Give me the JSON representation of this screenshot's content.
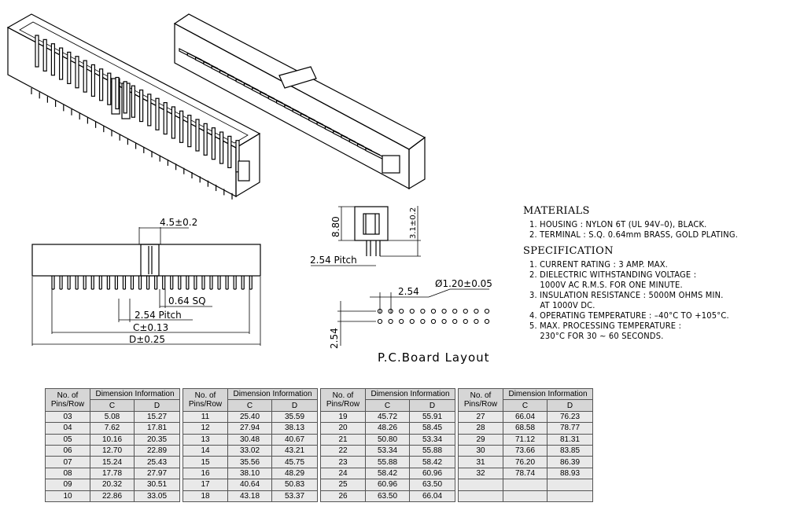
{
  "dims": {
    "height": "8.80",
    "pin_len": "3.1±0.2",
    "pitch": "2.54 Pitch",
    "key_w": "4.5±0.2",
    "pin_sq": "0.64 SQ",
    "pitch2": "2.54 Pitch",
    "c": "C±0.13",
    "d": "D±0.25",
    "pcb_pitch": "2.54",
    "hole": "Ø1.20±0.05",
    "pcb_row": "2.54"
  },
  "caption": "P.C.Board Layout",
  "materials": {
    "title": "MATERIALS",
    "items": [
      "1. HOUSING : NYLON 6T (UL 94V–0), BLACK.",
      "2. TERMINAL : S.Q. 0.64mm BRASS, GOLD PLATING."
    ]
  },
  "specification": {
    "title": "SPECIFICATION",
    "items": [
      "1. CURRENT RATING : 3 AMP. MAX.",
      "2. DIELECTRIC WITHSTANDING VOLTAGE :",
      "    1000V AC R.M.S. FOR ONE MINUTE.",
      "3. INSULATION RESISTANCE : 5000M OHMS MIN.",
      "    AT 1000V DC.",
      "4. OPERATING TEMPERATURE : –40°C TO +105°C.",
      "5. MAX. PROCESSING TEMPERATURE :",
      "    230°C FOR 30 ~ 60 SECONDS."
    ]
  },
  "table": {
    "h_pins": "No. of Pins/Row",
    "h_dim": "Dimension Information",
    "h_c": "C",
    "h_d": "D",
    "groups": [
      [
        [
          "03",
          "5.08",
          "15.27"
        ],
        [
          "04",
          "7.62",
          "17.81"
        ],
        [
          "05",
          "10.16",
          "20.35"
        ],
        [
          "06",
          "12.70",
          "22.89"
        ],
        [
          "07",
          "15.24",
          "25.43"
        ],
        [
          "08",
          "17.78",
          "27.97"
        ],
        [
          "09",
          "20.32",
          "30.51"
        ],
        [
          "10",
          "22.86",
          "33.05"
        ]
      ],
      [
        [
          "11",
          "25.40",
          "35.59"
        ],
        [
          "12",
          "27.94",
          "38.13"
        ],
        [
          "13",
          "30.48",
          "40.67"
        ],
        [
          "14",
          "33.02",
          "43.21"
        ],
        [
          "15",
          "35.56",
          "45.75"
        ],
        [
          "16",
          "38.10",
          "48.29"
        ],
        [
          "17",
          "40.64",
          "50.83"
        ],
        [
          "18",
          "43.18",
          "53.37"
        ]
      ],
      [
        [
          "19",
          "45.72",
          "55.91"
        ],
        [
          "20",
          "48.26",
          "58.45"
        ],
        [
          "21",
          "50.80",
          "53.34"
        ],
        [
          "22",
          "53.34",
          "55.88"
        ],
        [
          "23",
          "55.88",
          "58.42"
        ],
        [
          "24",
          "58.42",
          "60.96"
        ],
        [
          "25",
          "60.96",
          "63.50"
        ],
        [
          "26",
          "63.50",
          "66.04"
        ]
      ],
      [
        [
          "27",
          "66.04",
          "76.23"
        ],
        [
          "28",
          "68.58",
          "78.77"
        ],
        [
          "29",
          "71.12",
          "81.31"
        ],
        [
          "30",
          "73.66",
          "83.85"
        ],
        [
          "31",
          "76.20",
          "86.39"
        ],
        [
          "32",
          "78.74",
          "88.93"
        ],
        [
          "",
          "",
          ""
        ],
        [
          "",
          "",
          ""
        ]
      ]
    ]
  }
}
